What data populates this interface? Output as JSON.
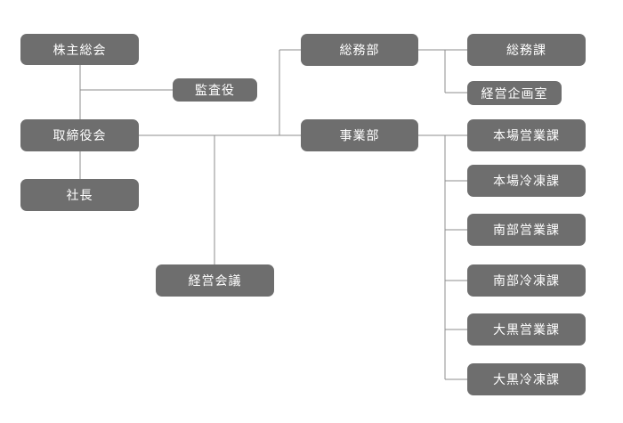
{
  "org": {
    "shareholders": "株主総会",
    "auditor": "監査役",
    "board": "取締役会",
    "president": "社長",
    "management_meeting": "経営会議",
    "general_affairs_dept": "総務部",
    "business_dept": "事業部",
    "general_affairs_section": "総務課",
    "planning_office": "経営企画室",
    "honjo_sales": "本場営業課",
    "honjo_frozen": "本場冷凍課",
    "nanbu_sales": "南部営業課",
    "nanbu_frozen": "南部冷凍課",
    "oguro_sales": "大黒営業課",
    "oguro_frozen": "大黒冷凍課"
  },
  "colors": {
    "node": "#6e6e6e",
    "text": "#ffffff",
    "line": "#8c8c8c"
  }
}
